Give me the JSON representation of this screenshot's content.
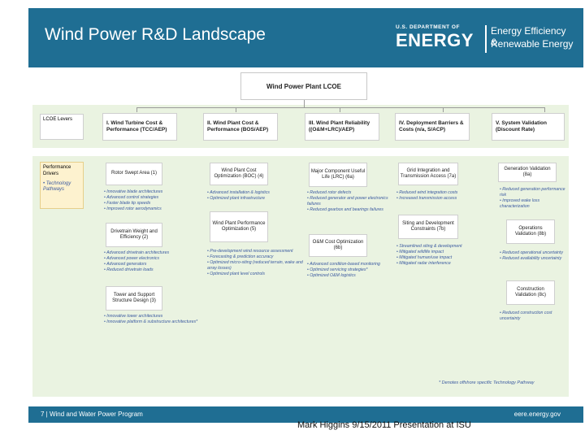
{
  "slide": {
    "title": "Wind Power R&D Landscape",
    "doe_line1": "U.S. DEPARTMENT OF",
    "doe_line2": "ENERGY",
    "eere_line1": "Energy Efficiency &",
    "eere_line2": "Renewable Energy"
  },
  "diagram": {
    "root": "Wind Power Plant LCOE",
    "row_labels": {
      "lcoe_levers": "LCOE Levers",
      "performance_drivers": "Performance Drivers",
      "technology_pathways": "• Technology Pathways"
    },
    "columns": [
      {
        "header": "I. Wind Turbine Cost & Performance (TCC/AEP)",
        "drivers": [
          {
            "name": "Rotor Swept Area (1)",
            "pathways": [
              "Innovative blade architectures",
              "Advanced control strategies",
              "Faster blade tip speeds",
              "Improved rotor aerodynamics"
            ]
          },
          {
            "name": "Drivetrain Weight and Efficiency (2)",
            "pathways": [
              "Advanced drivetrain architectures",
              "Advanced power electronics",
              "Advanced generators",
              "Reduced drivetrain loads"
            ]
          },
          {
            "name": "Tower and Support Structure Design (3)",
            "pathways": [
              "Innovative tower architectures",
              "Innovative platform & substructure architectures*"
            ]
          }
        ]
      },
      {
        "header": "II. Wind Plant Cost & Performance (BOS/AEP)",
        "drivers": [
          {
            "name": "Wind Plant Cost Optimization (BOC) (4)",
            "pathways": [
              "Advanced installation & logistics",
              "Optimized plant infrastructure"
            ]
          },
          {
            "name": "Wind Plant Performance Optimization (5)",
            "pathways": [
              "Pre-development wind resource assessment",
              "Forecasting & prediction accuracy",
              "Optimized micro-siting (reduced terrain, wake and array losses)",
              "Optimized plant level controls"
            ]
          }
        ]
      },
      {
        "header": "III. Wind Plant Reliability ((O&M+LRC)/AEP)",
        "drivers": [
          {
            "name": "Major Component Useful Life (LRC) (6a)",
            "pathways": [
              "Reduced rotor defects",
              "Reduced generator and power electronics failures",
              "Reduced gearbox and bearings failures"
            ]
          },
          {
            "name": "O&M Cost Optimization (6b)",
            "pathways": [
              "Advanced condition-based monitoring",
              "Optimized servicing strategies*",
              "Optimized O&M logistics"
            ]
          }
        ]
      },
      {
        "header": "IV. Deployment Barriers & Costs (n/a, S/ACP)",
        "drivers": [
          {
            "name": "Grid Integration and Transmission Access (7a)",
            "pathways": [
              "Reduced wind integration costs",
              "Increased transmission access"
            ]
          },
          {
            "name": "Siting and Development Constraints (7b)",
            "pathways": [
              "Streamlined siting & development",
              "Mitigated wildlife impact",
              "Mitigated human/use impact",
              "Mitigated radar interference"
            ]
          }
        ]
      },
      {
        "header": "V. System Validation (Discount Rate)",
        "drivers": [
          {
            "name": "Generation Validation (8a)",
            "pathways": [
              "Reduced generation performance risk",
              "Improved wake loss characterization"
            ]
          },
          {
            "name": "Operations Validation (8b)",
            "pathways": [
              "Reduced operational uncertainty",
              "Reduced availability uncertainty"
            ]
          },
          {
            "name": "Construction Validation (8c)",
            "pathways": [
              "Reduced construction cost uncertainty"
            ]
          }
        ]
      }
    ],
    "footnote": "* Denotes offshore specific Technology Pathway"
  },
  "footer": {
    "left": "7 | Wind and Water Power Program",
    "right": "eere.energy.gov"
  },
  "caption": "Mark Higgins 9/15/2011 Presentation at ISU"
}
